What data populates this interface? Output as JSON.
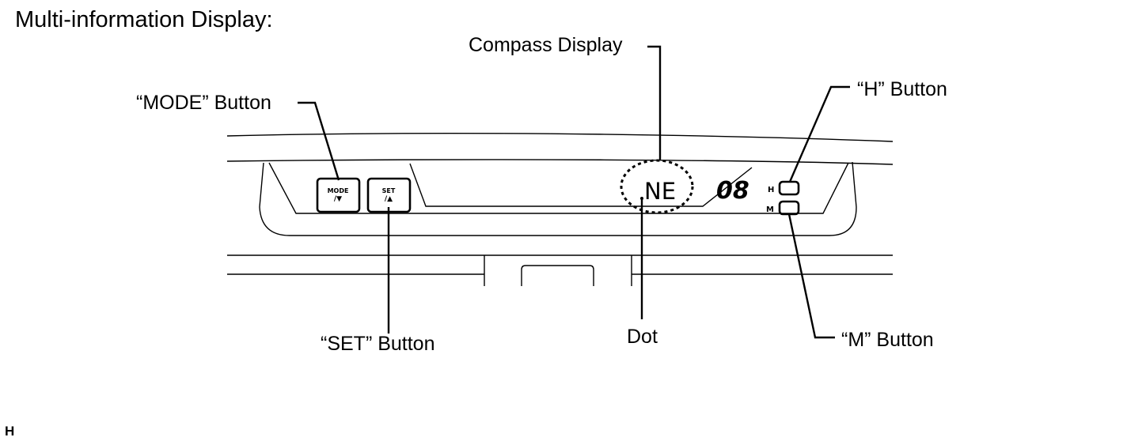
{
  "title": "Multi-information Display:",
  "callouts": {
    "compass": "Compass Display",
    "mode": "“MODE” Button",
    "h": "“H” Button",
    "set": "“SET” Button",
    "dot": "Dot",
    "m": "“M” Button"
  },
  "panel": {
    "mode_key_top": "MODE",
    "mode_key_bottom": "/▼",
    "set_key_top": "SET",
    "set_key_bottom": "/▲",
    "compass_reading": "NE",
    "segment_value": "08",
    "h_key_label": "H",
    "m_key_label": "M"
  },
  "corner_mark": "H"
}
